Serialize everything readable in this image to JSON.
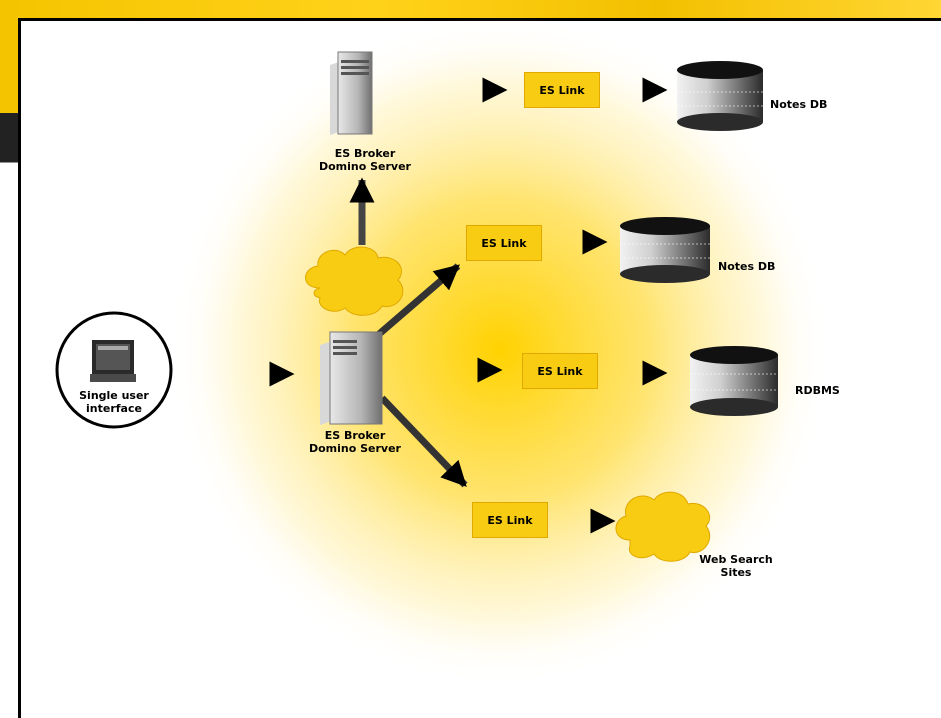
{
  "colors": {
    "accent": "#f7cc12",
    "glow": "#ffd200",
    "arrow": "#000000"
  },
  "ui": {
    "client_label_line1": "Single user",
    "client_label_line2": "interface",
    "broker_top_line1": "ES Broker",
    "broker_top_line2": "Domino Server",
    "broker_main_line1": "ES Broker",
    "broker_main_line2": "Domino Server",
    "eslink_1": "ES Link",
    "eslink_2": "ES Link",
    "eslink_3": "ES Link",
    "eslink_4": "ES Link",
    "target_1": "Notes DB",
    "target_2": "Notes DB",
    "target_3": "RDBMS",
    "target_4_line1": "Web Search",
    "target_4_line2": "Sites"
  }
}
